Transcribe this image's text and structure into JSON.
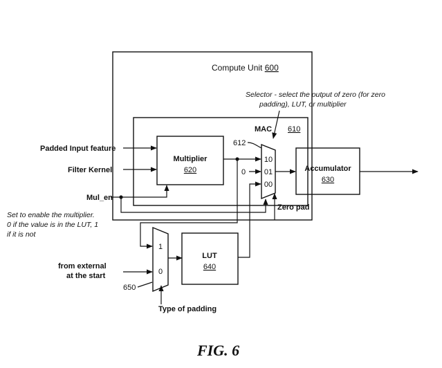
{
  "figure_label": "FIG. 6",
  "compute_unit": {
    "label": "Compute Unit",
    "ref": "600"
  },
  "selector_note": {
    "line1": "Selector - select the output of zero (for zero",
    "line2": "padding), LUT, or multiplier"
  },
  "mac": {
    "label": "MAC",
    "ref": "610"
  },
  "multiplier": {
    "label": "Multiplier",
    "ref": "620"
  },
  "accumulator": {
    "label": "Accumulator",
    "ref": "630"
  },
  "lut": {
    "label": "LUT",
    "ref": "640"
  },
  "mux_main": {
    "ref": "612",
    "inputs": [
      "10",
      "01",
      "00"
    ]
  },
  "mux_pad": {
    "ref": "650",
    "inputs": [
      "1",
      "0"
    ]
  },
  "inputs": {
    "padded_input": "Padded Input feature",
    "filter_kernel": "Filter Kernel",
    "mul_en": "Mul_en",
    "zero_const": "0",
    "external": {
      "line1": "from external",
      "line2": "at the start"
    }
  },
  "mul_en_note": {
    "line1": "Set to enable the multiplier.",
    "line2": "0 if the value is in the LUT, 1",
    "line3": "if it is not"
  },
  "zero_pad": "Zero pad",
  "type_of_padding": "Type of padding",
  "colors": {
    "ink": "#111111",
    "background": "#ffffff"
  }
}
